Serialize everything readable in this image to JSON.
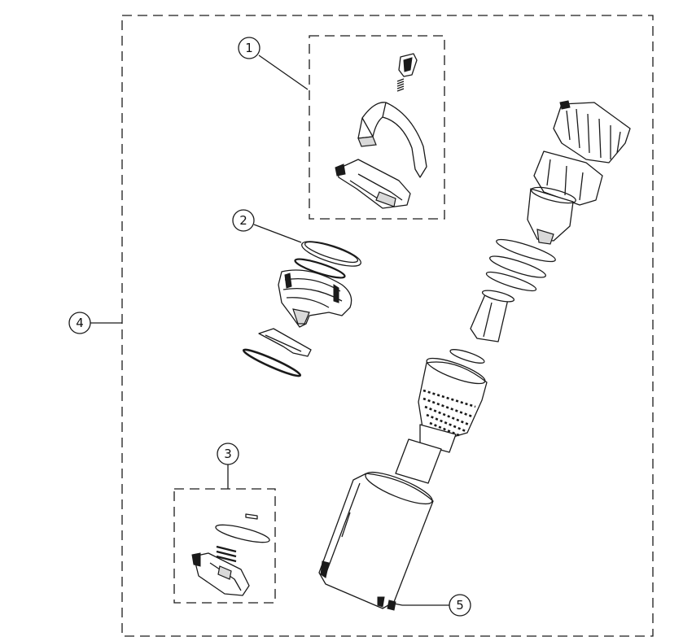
{
  "callouts": [
    {
      "id": "1",
      "label": "1"
    },
    {
      "id": "2",
      "label": "2"
    },
    {
      "id": "3",
      "label": "3"
    },
    {
      "id": "4",
      "label": "4"
    },
    {
      "id": "5",
      "label": "5"
    }
  ],
  "colors": {
    "line": "#1a1a1a",
    "background": "#ffffff",
    "fill": "#d9d9d9"
  }
}
